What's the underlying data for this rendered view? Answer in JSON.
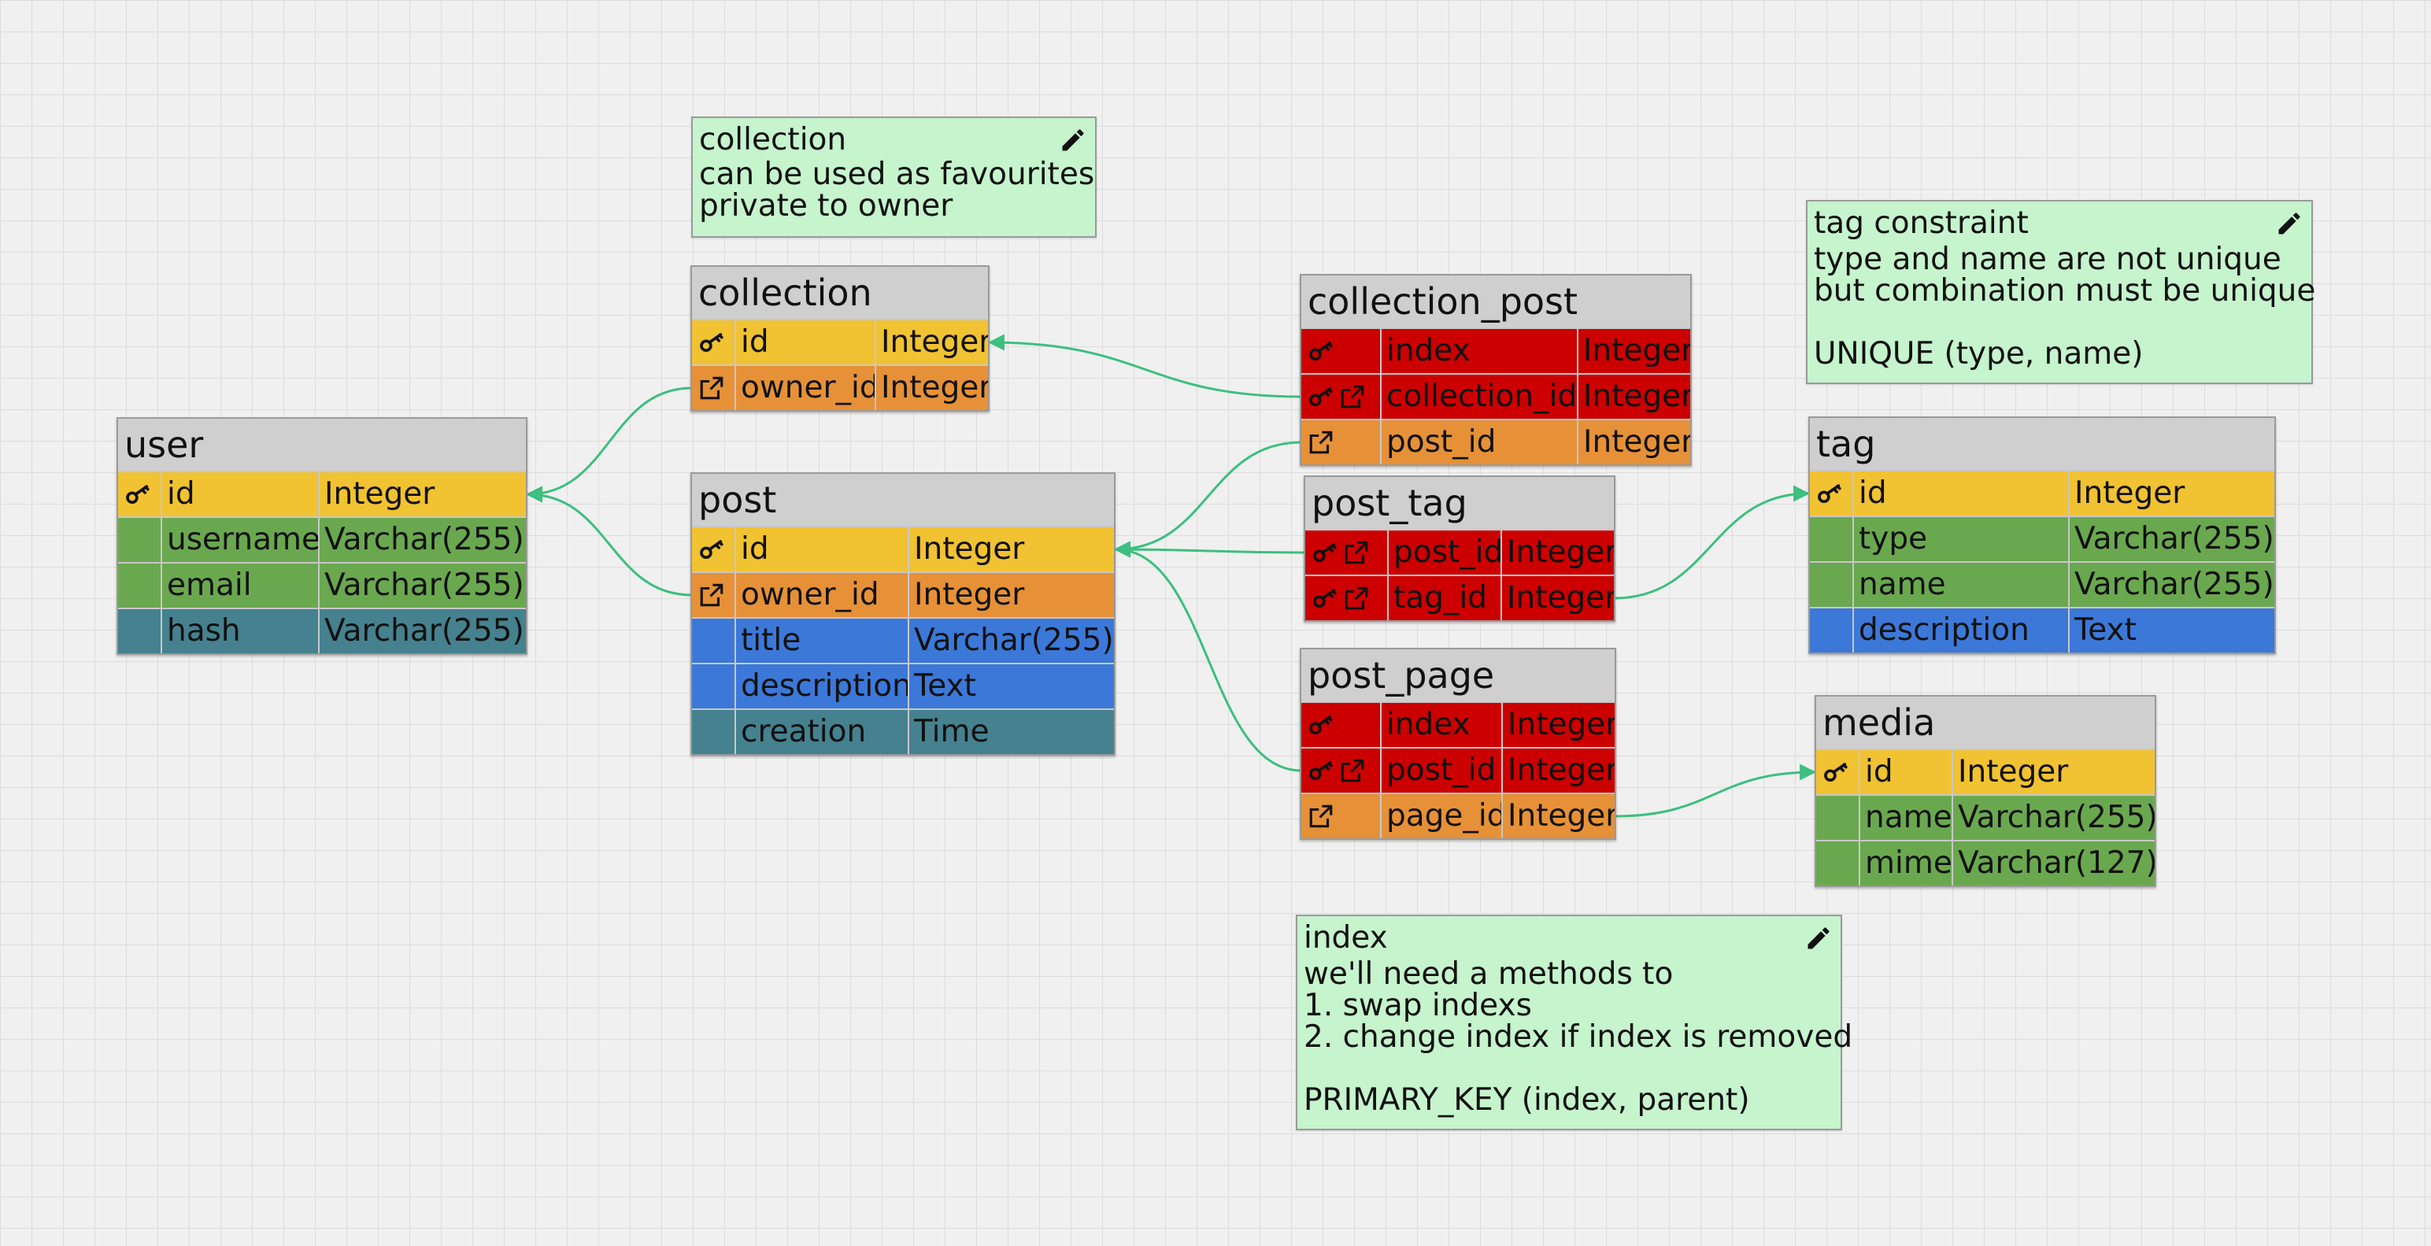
{
  "tables": {
    "user": {
      "name": "user",
      "rows": [
        {
          "key": "pk",
          "field": "id",
          "type": "Integer",
          "color": "#f1c232"
        },
        {
          "key": "",
          "field": "username",
          "type": "Varchar(255)",
          "color": "#6aa84f"
        },
        {
          "key": "",
          "field": "email",
          "type": "Varchar(255)",
          "color": "#6aa84f"
        },
        {
          "key": "",
          "field": "hash",
          "type": "Varchar(255)",
          "color": "#45818e"
        }
      ]
    },
    "collection": {
      "name": "collection",
      "rows": [
        {
          "key": "pk",
          "field": "id",
          "type": "Integer",
          "color": "#f1c232"
        },
        {
          "key": "fk",
          "field": "owner_id",
          "type": "Integer",
          "color": "#e69138"
        }
      ]
    },
    "post": {
      "name": "post",
      "rows": [
        {
          "key": "pk",
          "field": "id",
          "type": "Integer",
          "color": "#f1c232"
        },
        {
          "key": "fk",
          "field": "owner_id",
          "type": "Integer",
          "color": "#e69138"
        },
        {
          "key": "",
          "field": "title",
          "type": "Varchar(255)",
          "color": "#3c78d8"
        },
        {
          "key": "",
          "field": "description",
          "type": "Text",
          "color": "#3c78d8"
        },
        {
          "key": "",
          "field": "creation",
          "type": "Time",
          "color": "#45818e"
        }
      ]
    },
    "collection_post": {
      "name": "collection_post",
      "rows": [
        {
          "key": "pk",
          "field": "index",
          "type": "Integer",
          "color": "#cc0000"
        },
        {
          "key": "pk-fk",
          "field": "collection_id",
          "type": "Integer",
          "color": "#cc0000"
        },
        {
          "key": "fk",
          "field": "post_id",
          "type": "Integer",
          "color": "#e69138"
        }
      ]
    },
    "post_tag": {
      "name": "post_tag",
      "rows": [
        {
          "key": "pk-fk",
          "field": "post_id",
          "type": "Integer",
          "color": "#cc0000"
        },
        {
          "key": "pk-fk",
          "field": "tag_id",
          "type": "Integer",
          "color": "#cc0000"
        }
      ]
    },
    "post_page": {
      "name": "post_page",
      "rows": [
        {
          "key": "pk",
          "field": "index",
          "type": "Integer",
          "color": "#cc0000"
        },
        {
          "key": "pk-fk",
          "field": "post_id",
          "type": "Integer",
          "color": "#cc0000"
        },
        {
          "key": "fk",
          "field": "page_id",
          "type": "Integer",
          "color": "#e69138"
        }
      ]
    },
    "tag": {
      "name": "tag",
      "rows": [
        {
          "key": "pk",
          "field": "id",
          "type": "Integer",
          "color": "#f1c232"
        },
        {
          "key": "",
          "field": "type",
          "type": "Varchar(255)",
          "color": "#6aa84f"
        },
        {
          "key": "",
          "field": "name",
          "type": "Varchar(255)",
          "color": "#6aa84f"
        },
        {
          "key": "",
          "field": "description",
          "type": "Text",
          "color": "#3c78d8"
        }
      ]
    },
    "media": {
      "name": "media",
      "rows": [
        {
          "key": "pk",
          "field": "id",
          "type": "Integer",
          "color": "#f1c232"
        },
        {
          "key": "",
          "field": "name",
          "type": "Varchar(255)",
          "color": "#6aa84f"
        },
        {
          "key": "",
          "field": "mime",
          "type": "Varchar(127)",
          "color": "#6aa84f"
        }
      ]
    }
  },
  "notes": {
    "collection": {
      "title": "collection",
      "body": "can be used as favourites\nprivate to owner"
    },
    "tag_constraint": {
      "title": "tag constraint",
      "body": "type and name are not unique\nbut combination must be unique\n\nUNIQUE (type, name)"
    },
    "index": {
      "title": "index",
      "body": "we'll need a methods to\n1. swap indexs\n2. change index if index is removed\n\nPRIMARY_KEY (index, parent)"
    }
  },
  "relations": [
    {
      "from": "collection.owner_id",
      "to": "user.id"
    },
    {
      "from": "post.owner_id",
      "to": "user.id"
    },
    {
      "from": "collection_post.collection_id",
      "to": "collection.id"
    },
    {
      "from": "collection_post.post_id",
      "to": "post.id"
    },
    {
      "from": "post_tag.post_id",
      "to": "post.id"
    },
    {
      "from": "post_page.post_id",
      "to": "post.id"
    },
    {
      "from": "post_tag.tag_id",
      "to": "tag.id"
    },
    {
      "from": "post_page.page_id",
      "to": "media.id"
    }
  ],
  "colors": {
    "primary_key": "#f1c232",
    "foreign_key": "#e69138",
    "required": "#6aa84f",
    "optional": "#3c78d8",
    "other": "#45818e",
    "composite_key": "#cc0000",
    "relation_line": "#3cbf7f",
    "note_bg": "#c6f4cd"
  },
  "icons": {
    "primary_key": "key-icon",
    "foreign_key": "external-link-icon",
    "edit": "pencil-icon"
  }
}
